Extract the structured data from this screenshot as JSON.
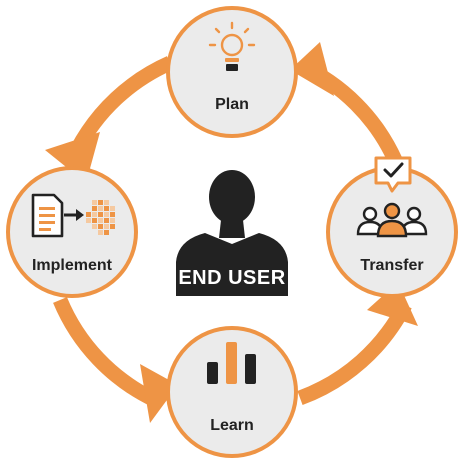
{
  "colors": {
    "accent": "#EE9445",
    "node_fill": "#EBEBEB",
    "dark": "#222222",
    "white": "#FFFFFF"
  },
  "center": {
    "label": "END USER",
    "icon": "person-silhouette-icon"
  },
  "nodes": [
    {
      "id": "plan",
      "label": "Plan",
      "icon": "lightbulb-icon"
    },
    {
      "id": "transfer",
      "label": "Transfer",
      "icon": "group-users-icon",
      "badge_icon": "checkmark-speech-bubble-icon"
    },
    {
      "id": "learn",
      "label": "Learn",
      "icon": "bar-chart-icon"
    },
    {
      "id": "implement",
      "label": "Implement",
      "icon": "document-to-pixels-icon"
    }
  ],
  "cycle_direction": "counter-clockwise"
}
